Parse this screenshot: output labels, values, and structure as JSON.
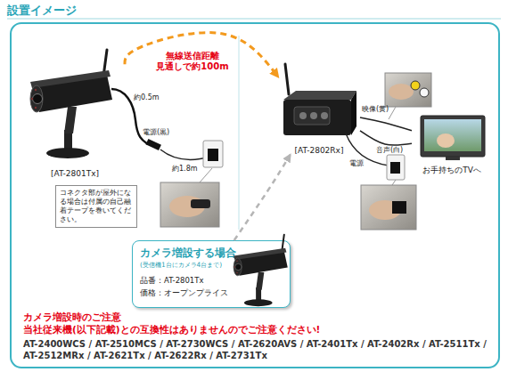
{
  "diagram": {
    "title": "設置イメージ",
    "nodes": [
      {
        "text": [
          "[AT-2801Tx]"
        ]
      },
      {
        "text": [
          "[AT-2802Rx]"
        ]
      },
      {
        "text": [
          "お手持ちのTVへ"
        ]
      },
      {
        "text": [
          "コネクタ部が屋外になる場合は付属の自己融着テープを巻いてください。"
        ]
      },
      {
        "text": [
          "カメラ増設する場合",
          "(受信機1台にカメラ4台まで)",
          "品番：AT-2801Tx",
          "価格：オープンプライス"
        ]
      }
    ],
    "edges": [
      {
        "from": 0,
        "to": 1,
        "label": "無線送信距離 見通しで約100m",
        "arrow": "to"
      },
      {
        "from": 1,
        "to": 2,
        "label": "映像(黄)",
        "arrow": "none"
      },
      {
        "from": 1,
        "to": 2,
        "label": "音声(白)",
        "arrow": "none"
      },
      {
        "from": 4,
        "to": 1,
        "arrow": "to"
      }
    ],
    "labels": [
      "約0.5m",
      "電源(黒)",
      "約1.8m",
      "電源",
      "カメラ増設時のご注意",
      "当社従来機(以下記載)との互換性はありませんのでご注意ください!",
      "AT-2400WCS / AT-2510MCS / AT-2730WCS / AT-2620AVS / AT-2401Tx / AT-2402Rx / AT-2511Tx / AT-2512MRx / AT-2621Tx / AT-2622Rx / AT-2731Tx"
    ]
  }
}
